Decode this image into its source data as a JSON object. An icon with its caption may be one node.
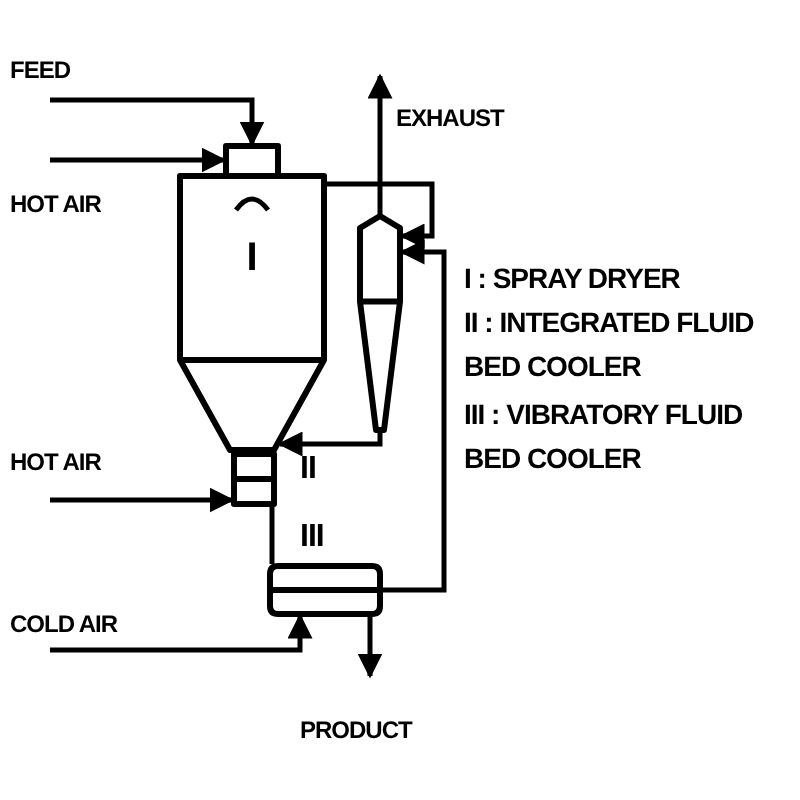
{
  "diagram": {
    "nodes": [
      {
        "text": [
          "I"
        ]
      },
      {
        "text": [],
        "shape": "box"
      },
      {
        "text": [],
        "shape": "cone"
      },
      {
        "text": [],
        "shape": "box"
      },
      {
        "text": [],
        "shape": "box"
      }
    ],
    "edges": [
      {
        "from": null,
        "to": 1,
        "arrow": "to"
      },
      {
        "from": null,
        "to": 1,
        "arrow": "to"
      },
      {
        "from": 0,
        "to": 2,
        "arrow": "to"
      },
      {
        "from": 2,
        "to": null,
        "arrow": "to"
      },
      {
        "from": 2,
        "to": 0,
        "arrow": "to"
      },
      {
        "from": 4,
        "to": 2,
        "arrow": "to"
      },
      {
        "from": null,
        "to": 3,
        "arrow": "to"
      },
      {
        "from": 3,
        "to": 4,
        "arrow": "none"
      },
      {
        "from": null,
        "to": 4,
        "arrow": "to"
      },
      {
        "from": 4,
        "to": null,
        "arrow": "to"
      }
    ],
    "labels": [
      "FEED",
      "HOT AIR",
      "EXHAUST",
      "I : SPRAY DRYER",
      "II : INTEGRATED FLUID BED COOLER",
      "III : VIBRATORY FLUID BED COOLER",
      "HOT AIR",
      "II",
      "III",
      "COLD AIR",
      "PRODUCT"
    ]
  }
}
